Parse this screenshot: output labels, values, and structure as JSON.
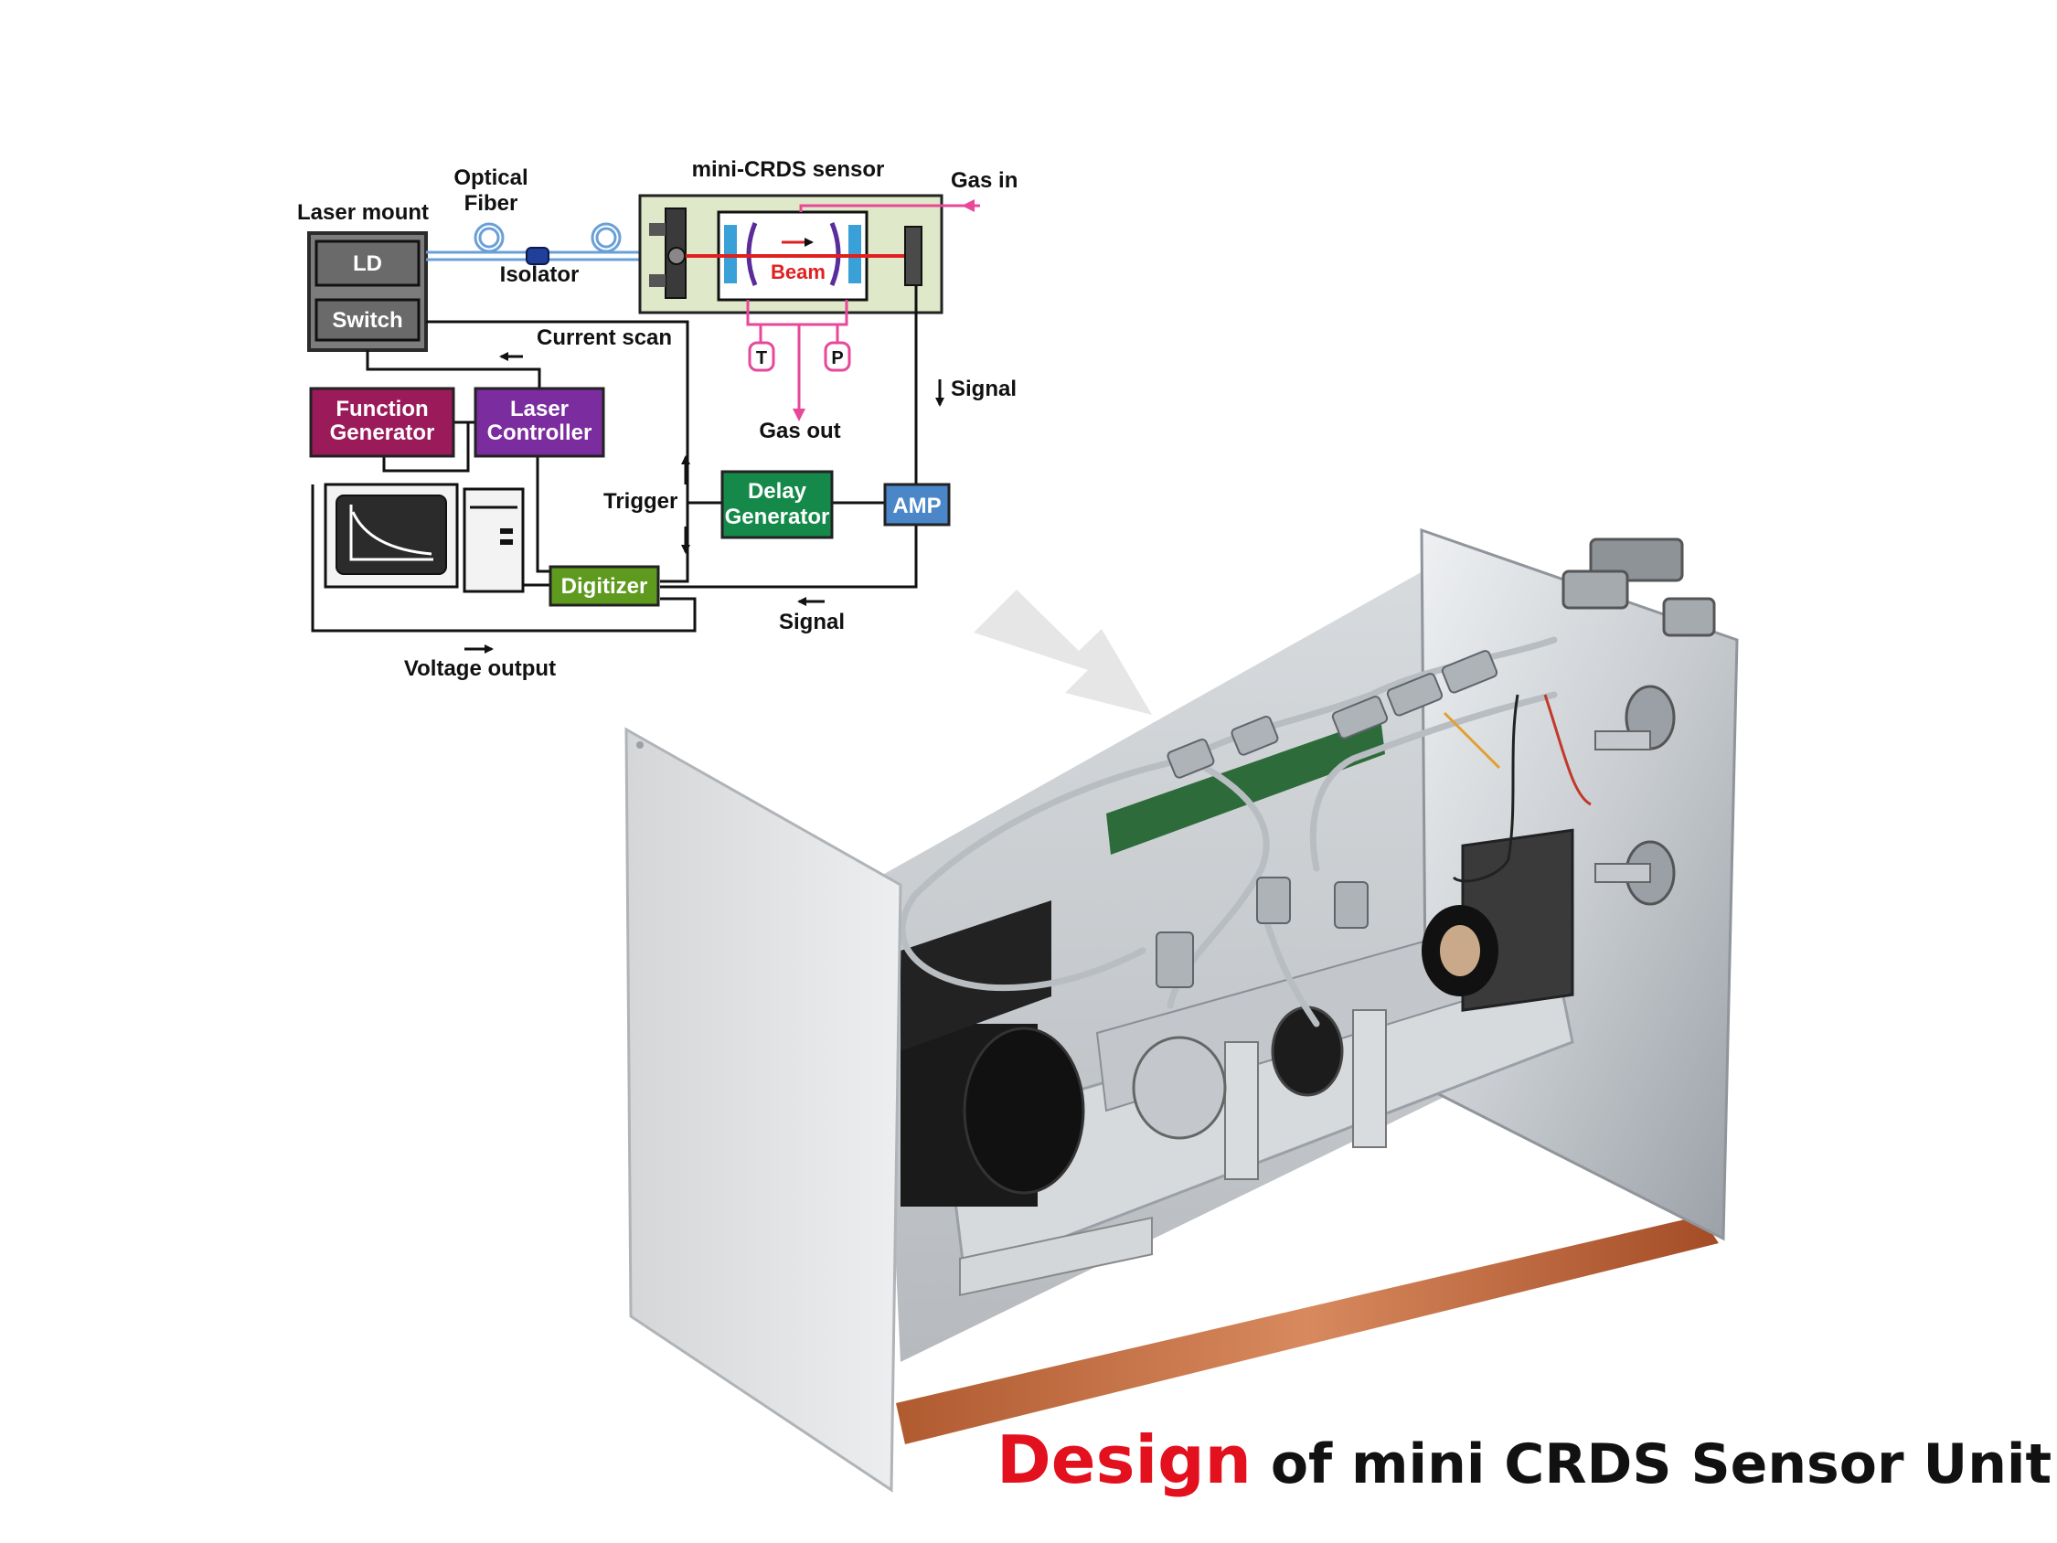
{
  "diagram": {
    "labels": {
      "laser_mount": "Laser mount",
      "optical": "Optical",
      "fiber": "Fiber",
      "isolator": "Isolator",
      "mini_crds_sensor": "mini-CRDS sensor",
      "gas_in": "Gas in",
      "beam": "Beam",
      "t": "T",
      "p": "P",
      "gas_out": "Gas out",
      "signal_right": "Signal",
      "current_scan": "Current scan",
      "trigger": "Trigger",
      "signal_bottom": "Signal",
      "voltage_output": "Voltage output"
    },
    "boxes": {
      "ld": "LD",
      "switch": "Switch",
      "function_generator_1": "Function",
      "function_generator_2": "Generator",
      "laser_controller_1": "Laser",
      "laser_controller_2": "Controller",
      "delay_generator_1": "Delay",
      "delay_generator_2": "Generator",
      "amp": "AMP",
      "digitizer": "Digitizer"
    },
    "colors": {
      "function_generator": "#9b1b5a",
      "laser_controller": "#7b2c9e",
      "delay_generator": "#14894a",
      "amp": "#4a86c8",
      "digitizer": "#5e9a1e",
      "sensor_bg": "#dfe8c8",
      "gas_line": "#e8479a",
      "beam": "#e02020",
      "fiber": "#6aa0d8"
    }
  },
  "caption": {
    "highlight": "Design",
    "rest": "of  mini CRDS Sensor Unit",
    "highlight_color": "#e3101e"
  }
}
